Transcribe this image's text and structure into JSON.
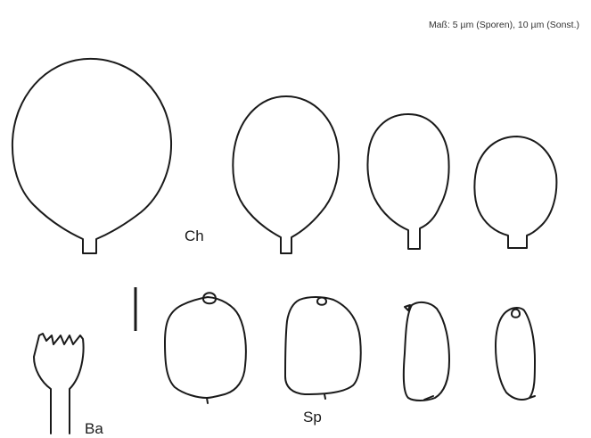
{
  "scale_note": "Maß: 5 µm (Sporen), 10 µm (Sonst.)",
  "labels": {
    "cheilocystidia": "Ch",
    "basidium": "Ba",
    "spores": "Sp"
  }
}
